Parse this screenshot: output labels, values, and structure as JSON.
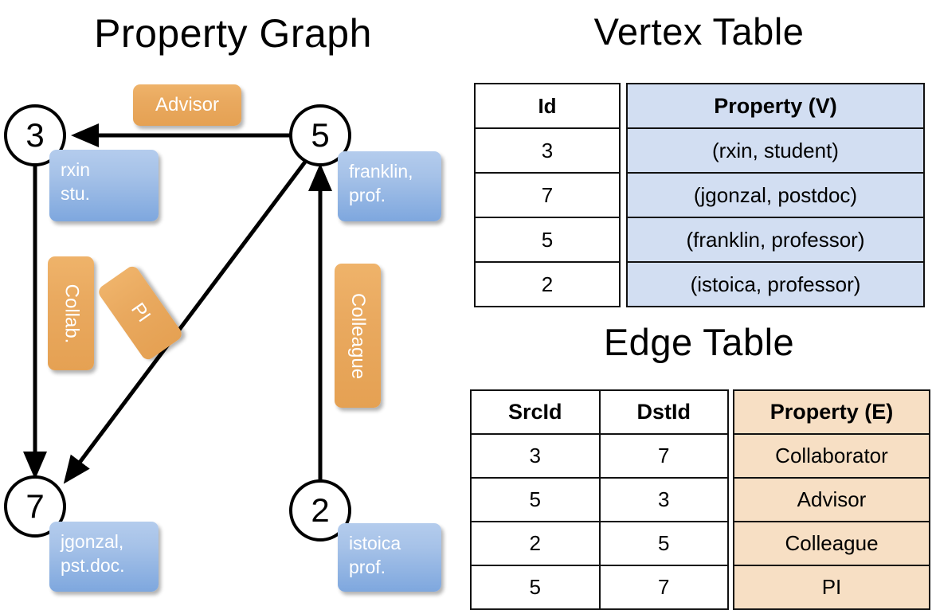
{
  "titles": {
    "property_graph": "Property Graph",
    "vertex_table": "Vertex Table",
    "edge_table": "Edge Table"
  },
  "graph": {
    "nodes": [
      {
        "id": "3",
        "label": "3",
        "property_lines": [
          "rxin",
          "stu."
        ]
      },
      {
        "id": "5",
        "label": "5",
        "property_lines": [
          "franklin,",
          "prof."
        ]
      },
      {
        "id": "7",
        "label": "7",
        "property_lines": [
          "jgonzal,",
          "pst.doc."
        ]
      },
      {
        "id": "2",
        "label": "2",
        "property_lines": [
          "istoica",
          "prof."
        ]
      }
    ],
    "edge_labels": [
      {
        "name": "advisor",
        "text": "Advisor"
      },
      {
        "name": "collab",
        "text": "Collab."
      },
      {
        "name": "pi",
        "text": "PI"
      },
      {
        "name": "colleague",
        "text": "Colleague"
      }
    ],
    "edges": [
      {
        "src": "5",
        "dst": "3",
        "label": "Advisor"
      },
      {
        "src": "3",
        "dst": "7",
        "label": "Collab."
      },
      {
        "src": "5",
        "dst": "7",
        "label": "PI"
      },
      {
        "src": "2",
        "dst": "5",
        "label": "Colleague"
      }
    ]
  },
  "vertex_table": {
    "id_header": "Id",
    "property_header": "Property (V)",
    "rows": [
      {
        "id": "3",
        "property": "(rxin, student)"
      },
      {
        "id": "7",
        "property": "(jgonzal, postdoc)"
      },
      {
        "id": "5",
        "property": "(franklin, professor)"
      },
      {
        "id": "2",
        "property": "(istoica, professor)"
      }
    ]
  },
  "edge_table": {
    "src_header": "SrcId",
    "dst_header": "DstId",
    "property_header": "Property (E)",
    "rows": [
      {
        "src": "3",
        "dst": "7",
        "property": "Collaborator"
      },
      {
        "src": "5",
        "dst": "3",
        "property": "Advisor"
      },
      {
        "src": "2",
        "dst": "5",
        "property": "Colleague"
      },
      {
        "src": "5",
        "dst": "7",
        "property": "PI"
      }
    ]
  },
  "colors": {
    "vertex_property_fill": "#d2def2",
    "edge_property_fill": "#f7dfc4",
    "node_box_blue": "#7ea7de",
    "edge_label_orange": "#e9a95f"
  }
}
